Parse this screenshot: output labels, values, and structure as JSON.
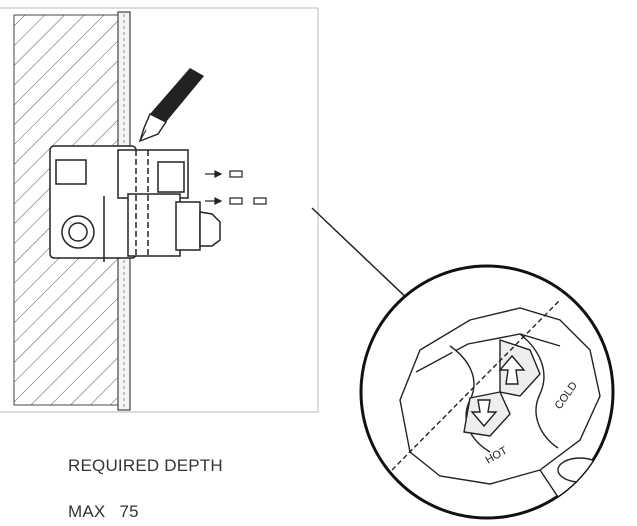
{
  "labels": {
    "required_depth": "REQUIRED DEPTH",
    "max_label": "MAX",
    "max_value": "75",
    "hot": "HOT",
    "cold": "COLD"
  },
  "colors": {
    "line": "#222222",
    "text": "#333333",
    "background": "#ffffff"
  }
}
